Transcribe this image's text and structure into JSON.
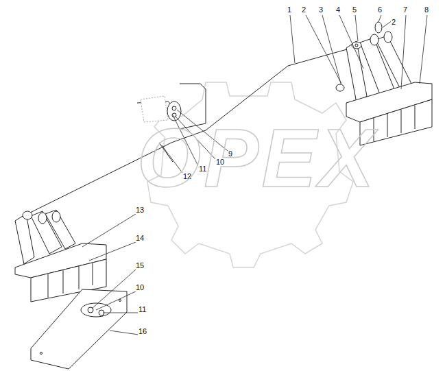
{
  "diagram": {
    "labels": [
      "1",
      "2",
      "3",
      "4",
      "5",
      "6",
      "2",
      "7",
      "8",
      "9",
      "10",
      "11",
      "12",
      "13",
      "14",
      "15",
      "10",
      "11",
      "16",
      "OPEX"
    ]
  }
}
